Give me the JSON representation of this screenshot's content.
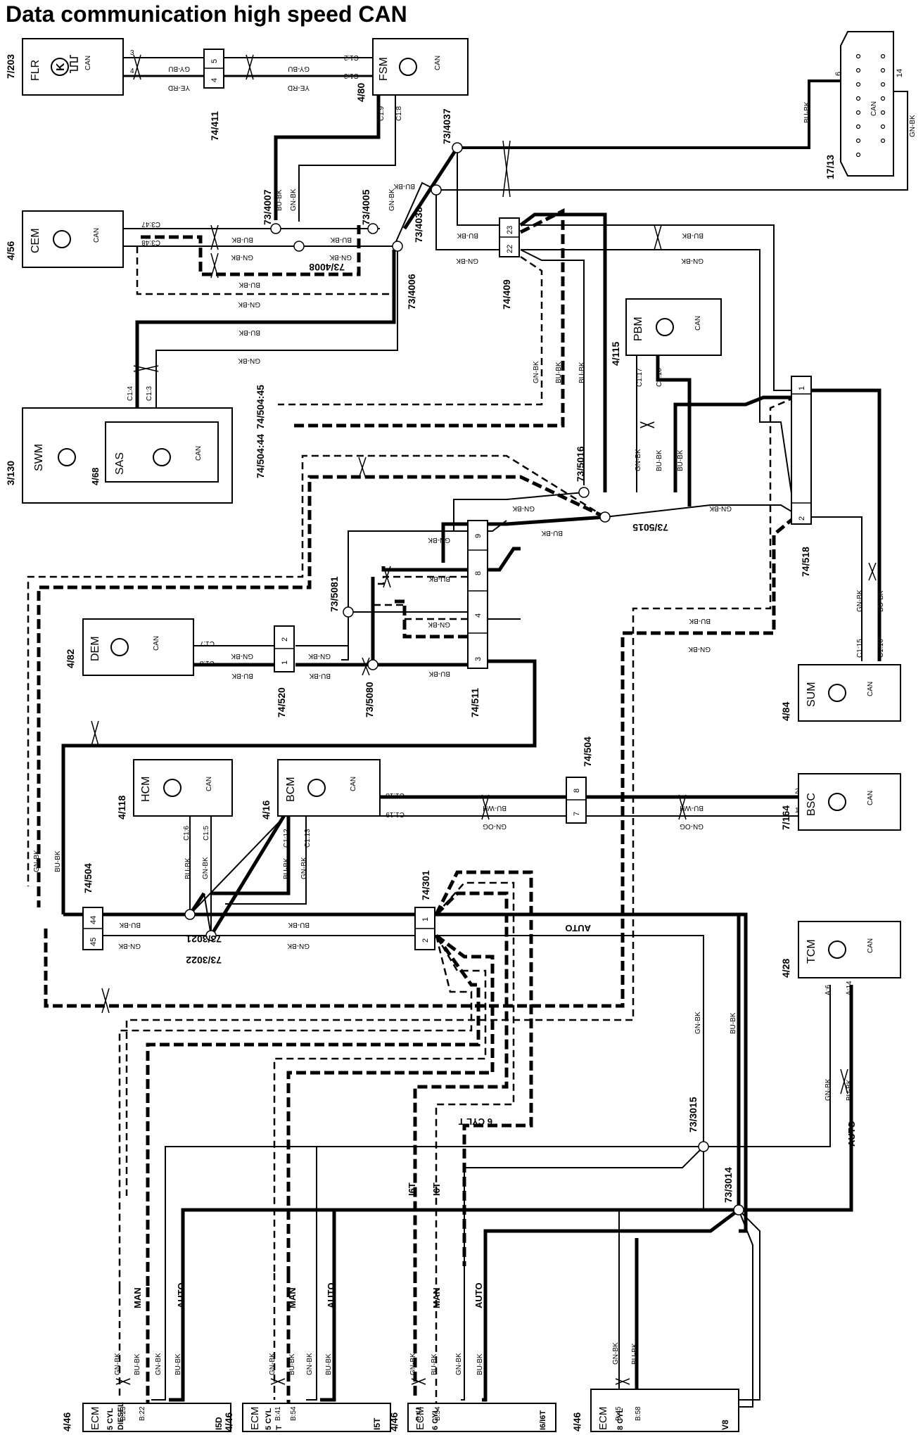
{
  "title": "Data communication high speed CAN",
  "can_label": "CAN",
  "modules": {
    "flr": {
      "name": "FLR",
      "ref": "7/203"
    },
    "fsm": {
      "name": "FSM",
      "ref": "4/80"
    },
    "cem": {
      "name": "CEM",
      "ref": "4/56"
    },
    "swm": {
      "name": "SWM",
      "ref": "3/130"
    },
    "sas": {
      "name": "SAS",
      "ref": "4/68"
    },
    "pbm": {
      "name": "PBM",
      "ref": "4/115"
    },
    "dem": {
      "name": "DEM",
      "ref": "4/82"
    },
    "sum": {
      "name": "SUM",
      "ref": "4/84"
    },
    "hcm": {
      "name": "HCM",
      "ref": "4/118"
    },
    "bcm": {
      "name": "BCM",
      "ref": "4/16"
    },
    "bsc": {
      "name": "BSC",
      "ref": "7/164"
    },
    "tcm": {
      "name": "TCM",
      "ref": "4/28"
    },
    "dlc": {
      "ref": "17/13"
    }
  },
  "ecms": [
    {
      "name": "ECM",
      "variant1": "5 CYL",
      "variant2": "DIESEL",
      "code": "I5D",
      "ref": "4/46",
      "pin_a": "B:23",
      "pin_b": "B:22"
    },
    {
      "name": "ECM",
      "variant1": "5 CYL",
      "variant2": "T",
      "code": "I5T",
      "ref": "4/46",
      "pin_a": "B:41",
      "pin_b": "B:54"
    },
    {
      "name": "ECM",
      "variant1": "6 CYL",
      "variant2": "",
      "code": "I6/I6T",
      "ref": "4/46",
      "pin_a": "B:41",
      "pin_b": "B:54"
    },
    {
      "name": "ECM",
      "variant1": "8 CYL",
      "variant2": "",
      "code": "V8",
      "ref": "4/46",
      "pin_a": "B:45",
      "pin_b": "B:58"
    }
  ],
  "connectors": {
    "c74_411": "74/411",
    "c73_4007": "73/4007",
    "c73_4005": "73/4005",
    "c73_4037": "73/4037",
    "c73_4038": "73/4038",
    "c73_4008": "73/4008",
    "c73_4006": "73/4006",
    "c74_409": "74/409",
    "c74_504_45": "74/504:45",
    "c74_504_44": "74/504:44",
    "c73_5016": "73/5016",
    "c73_5015": "73/5015",
    "c74_518": "74/518",
    "c73_5081": "73/5081",
    "c73_5080": "73/5080",
    "c74_520": "74/520",
    "c74_511": "74/511",
    "c74_504a": "74/504",
    "c74_504b": "74/504",
    "c74_301": "74/301",
    "c73_3021": "73/3021",
    "c73_3022": "73/3022",
    "c73_3015": "73/3015",
    "c73_3014": "73/3014"
  },
  "wires": {
    "gnbk": "GN-BK",
    "bubk": "BU-BK",
    "gybu": "GY-BU",
    "yerd": "YE-RD",
    "buwh": "BU-WH",
    "gnog": "GN-OG"
  },
  "pins": {
    "flr_3": "3",
    "flr_4": "4",
    "p411_5": "5",
    "p411_4": "4",
    "fsm_c12": "C1:2",
    "fsm_c13": "C1:3",
    "fsm_c19": "C1:9",
    "fsm_c18": "C1:8",
    "cem_c347": "C3:47",
    "cem_c348": "C3:48",
    "swm_c14": "C1:4",
    "swm_c13": "C1:3",
    "pbm_c117": "C1:17",
    "pbm_c116": "C1:16",
    "dem_c17": "C1:7",
    "dem_c18": "C1:8",
    "sum_c115": "C1:15",
    "sum_c116": "C1:16",
    "hcm_c16": "C1:6",
    "hcm_c15": "C1:5",
    "bcm_c112": "C1:12",
    "bcm_c113": "C1:13",
    "bcm_c118": "C1:18",
    "bcm_c119": "C1:19",
    "tcm_a6": "A:6",
    "tcm_a14": "A:14",
    "dlc_6": "6",
    "dlc_14": "14",
    "p409_23": "23",
    "p409_22": "22",
    "p518_1": "1",
    "p518_2": "2",
    "p520_2": "2",
    "p520_1": "1",
    "p511_9": "9",
    "p511_8": "8",
    "p511_4": "4",
    "p511_3": "3",
    "p504_8": "8",
    "p504_7": "7",
    "bsc_2": "2",
    "bsc_1": "1",
    "p504b_44": "44",
    "p504b_45": "45",
    "p301_1": "1",
    "p301_2": "2"
  },
  "annotations": {
    "auto": "AUTO",
    "man": "MAN",
    "i6t": "I6T",
    "six_cyl_t": "6 CYL T"
  },
  "colors": {
    "line": "#000000",
    "background": "#ffffff"
  }
}
